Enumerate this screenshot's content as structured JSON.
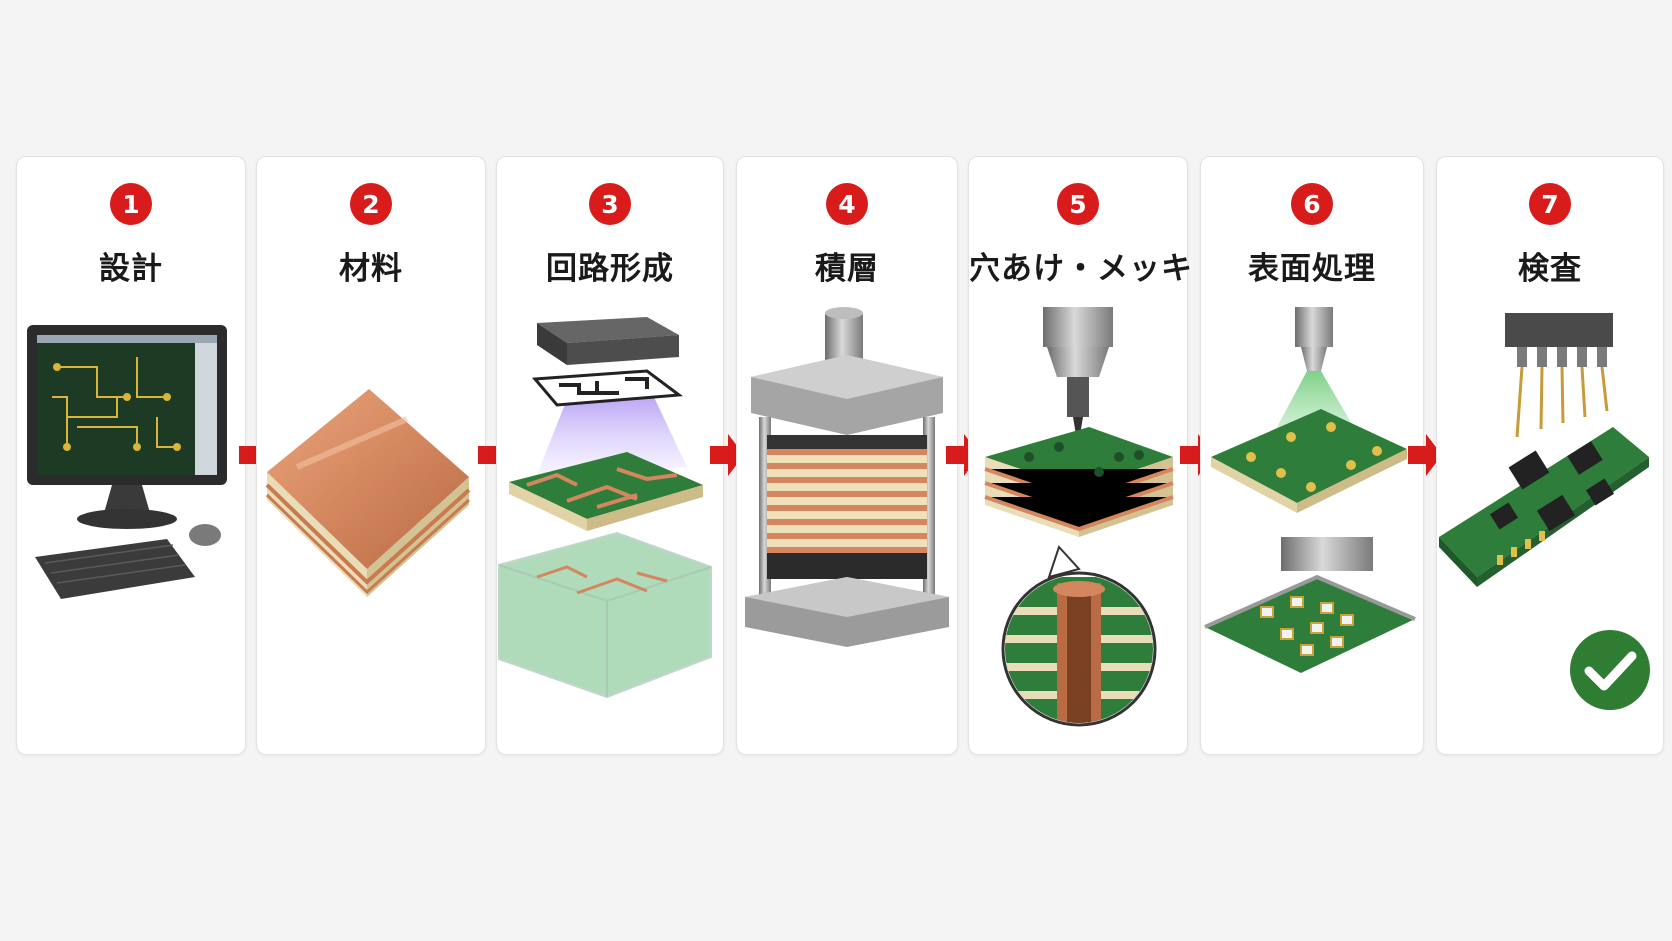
{
  "steps": [
    {
      "number": "1",
      "label": "設計"
    },
    {
      "number": "2",
      "label": "材料"
    },
    {
      "number": "3",
      "label": "回路形成"
    },
    {
      "number": "4",
      "label": "積層"
    },
    {
      "number": "5",
      "label": "穴あけ・メッキ"
    },
    {
      "number": "6",
      "label": "表面処理"
    },
    {
      "number": "7",
      "label": "検査"
    }
  ],
  "colors": {
    "accent_red": "#d81b1b",
    "pcb_green": "#2f7d3a",
    "copper": "#d4875e",
    "check_green": "#2e7d32"
  },
  "icons": [
    "computer-monitor-icon",
    "copper-clad-laminate-icon",
    "exposure-etching-icon",
    "lamination-press-icon",
    "drill-plating-icon",
    "spray-coating-icon",
    "inspection-probe-icon",
    "checkmark-icon"
  ]
}
